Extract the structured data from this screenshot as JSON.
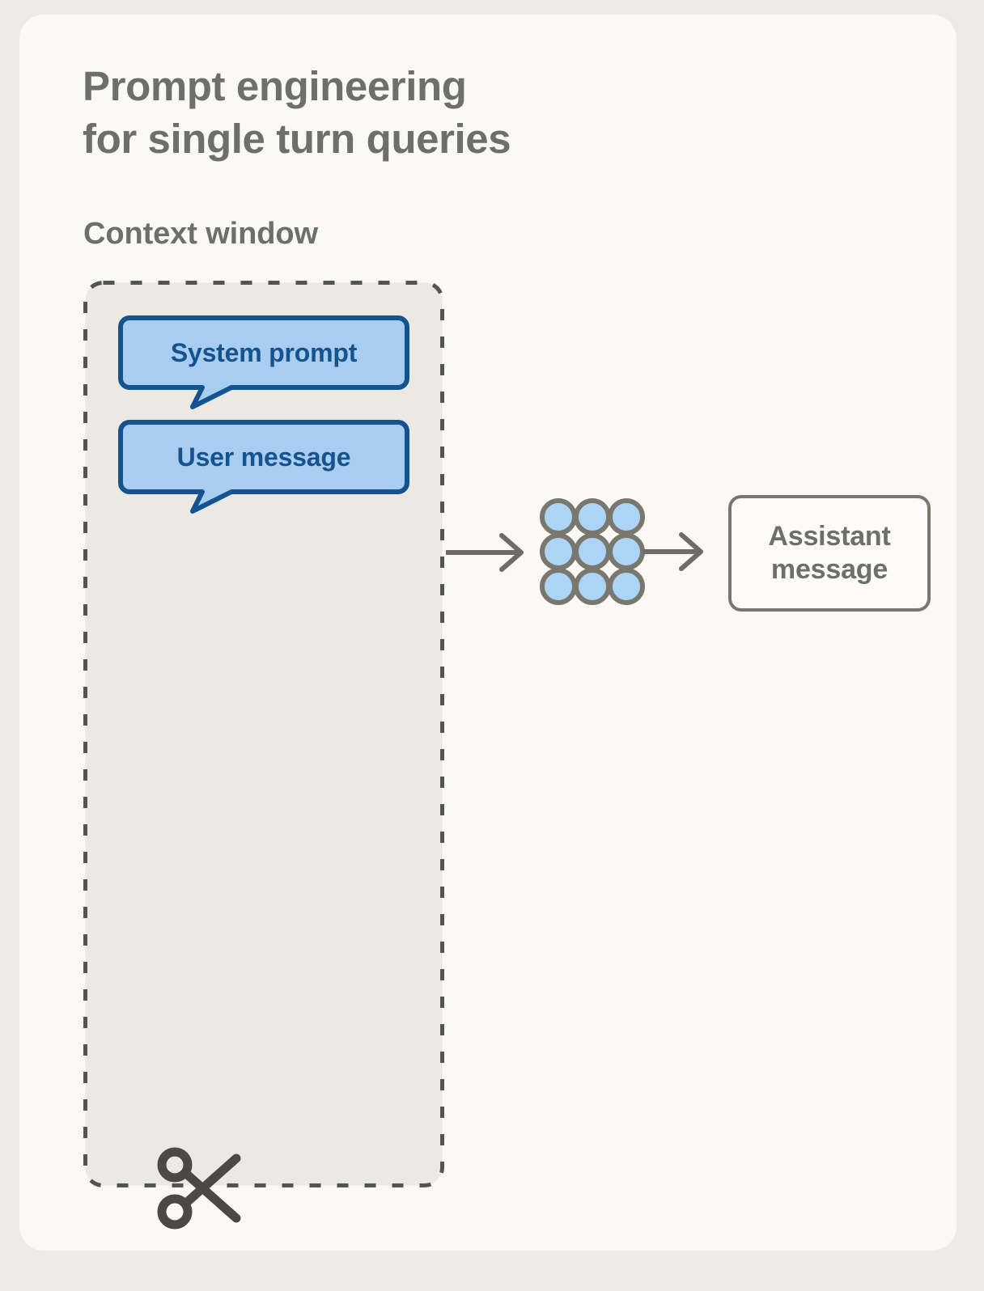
{
  "card": {
    "title": "Prompt engineering\nfor single turn queries",
    "subtitle": "Context window"
  },
  "diagram": {
    "type": "flow",
    "context_window": {
      "label": "Context window",
      "border_style": "dashed",
      "border_color": "#55554f",
      "fill_color": "#ece8e2",
      "items": [
        {
          "label": "System prompt",
          "kind": "speech-bubble",
          "fill": "#a9cdf0",
          "stroke": "#14538f",
          "text_color": "#15538f"
        },
        {
          "label": "User message",
          "kind": "speech-bubble",
          "fill": "#a9cdf0",
          "stroke": "#14538f",
          "text_color": "#15538f"
        }
      ],
      "truncation_icon": "scissors-icon"
    },
    "model": {
      "icon": "neural-network-icon",
      "nodes_rows": 3,
      "nodes_cols": 3,
      "node_fill": "#aed4f5",
      "node_stroke": "#78786f"
    },
    "output": {
      "label": "Assistant\nmessage",
      "fill": "#fcfbf9",
      "stroke": "#78786f",
      "text_color": "#6f6f69"
    },
    "arrows": [
      {
        "name": "arrow-context-to-model",
        "from": "context-window",
        "to": "model"
      },
      {
        "name": "arrow-model-to-output",
        "from": "model",
        "to": "assistant-message"
      }
    ]
  },
  "colors": {
    "page_background": "#efebe4",
    "card_background": "#faf9f6",
    "text_gray": "#6f6f69",
    "line_gray": "#6d6d66",
    "accent_blue": "#14538f",
    "bubble_blue": "#a9cdf0"
  }
}
